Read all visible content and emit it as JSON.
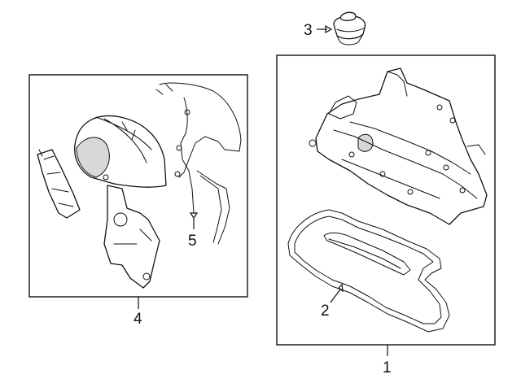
{
  "callouts": {
    "c1": "1",
    "c2": "2",
    "c3": "3",
    "c4": "4",
    "c5": "5"
  },
  "parts": [
    {
      "callout": "1",
      "icon": "valve-cover-illustration"
    },
    {
      "callout": "2",
      "icon": "valve-cover-gasket-illustration"
    },
    {
      "callout": "3",
      "icon": "oil-filler-cap-illustration"
    },
    {
      "callout": "4",
      "icon": "timing-cover-illustration"
    },
    {
      "callout": "5",
      "icon": "timing-cover-gasket-illustration"
    }
  ],
  "colors": {
    "line": "#111111",
    "background": "#ffffff",
    "shade": "#d8d8d8"
  }
}
